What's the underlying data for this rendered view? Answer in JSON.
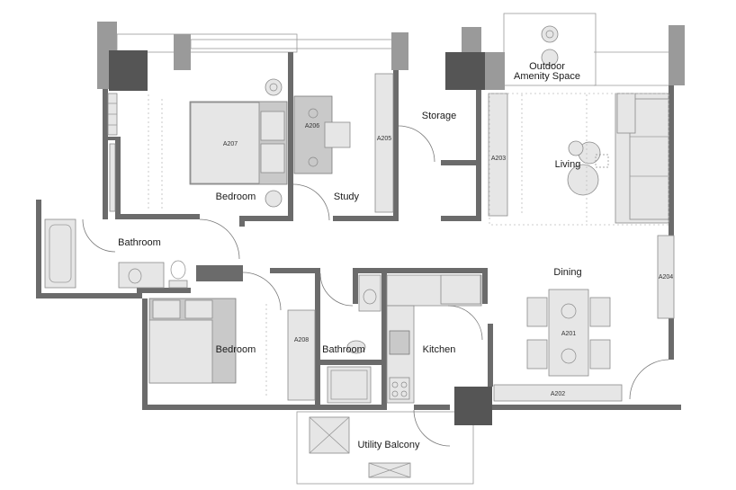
{
  "rooms": {
    "outdoor_amenity_line1": "Outdoor",
    "outdoor_amenity_line2": "Amenity Space",
    "storage": "Storage",
    "living": "Living",
    "bedroom_top": "Bedroom",
    "study": "Study",
    "bathroom_left": "Bathroom",
    "dining": "Dining",
    "bedroom_bottom": "Bedroom",
    "bathroom_center": "Bathroom",
    "kitchen": "Kitchen",
    "utility_balcony": "Utility Balcony"
  },
  "tags": {
    "a207": "A207",
    "a206": "A206",
    "a205": "A205",
    "a203": "A203",
    "a204": "A204",
    "a201": "A201",
    "a202": "A202",
    "a208": "A208"
  },
  "colors": {
    "wall": "#6b6b6b",
    "pillar": "#555555",
    "furniture": "#e6e6e6"
  }
}
